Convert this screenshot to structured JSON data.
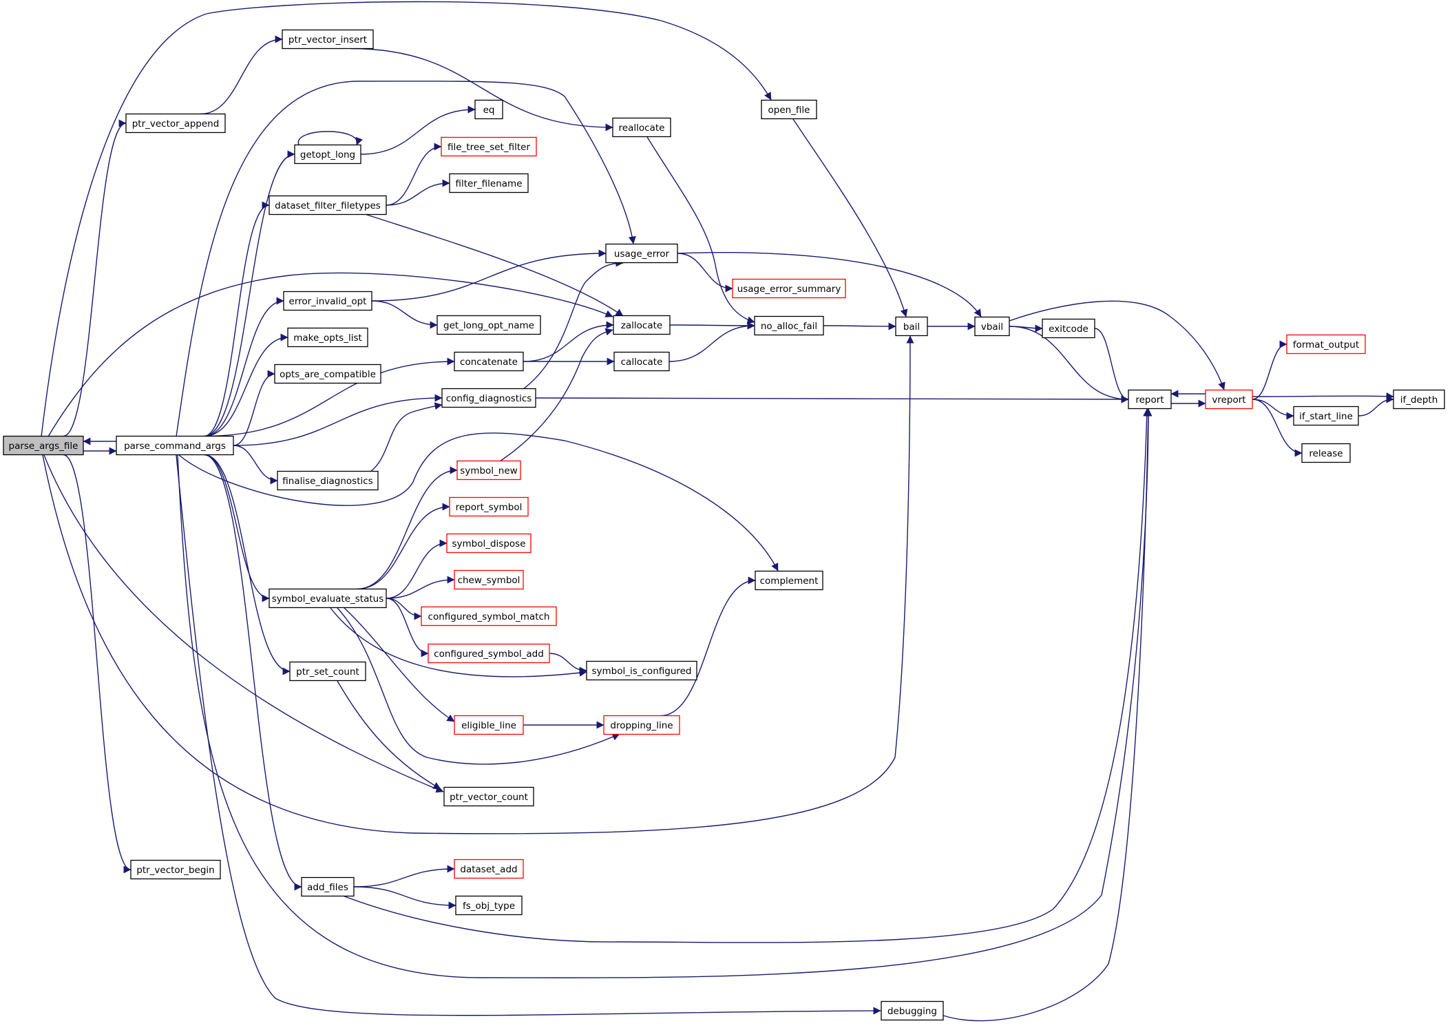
{
  "colors": {
    "edge": "#191970",
    "node_border": "#000000",
    "truncated_border": "#ff0000",
    "highlight_fill": "#bfbfbf",
    "node_fill": "#ffffff",
    "text": "#000000"
  },
  "nodes": [
    {
      "id": "parse_args_file",
      "label": "parse_args_file",
      "style": "highlight"
    },
    {
      "id": "parse_command_args",
      "label": "parse_command_args",
      "style": "normal"
    },
    {
      "id": "ptr_vector_append",
      "label": "ptr_vector_append",
      "style": "normal"
    },
    {
      "id": "ptr_vector_insert",
      "label": "ptr_vector_insert",
      "style": "normal"
    },
    {
      "id": "ptr_vector_begin",
      "label": "ptr_vector_begin",
      "style": "normal"
    },
    {
      "id": "ptr_vector_count",
      "label": "ptr_vector_count",
      "style": "normal"
    },
    {
      "id": "getopt_long",
      "label": "getopt_long",
      "style": "normal"
    },
    {
      "id": "dataset_filter_filetypes",
      "label": "dataset_filter_filetypes",
      "style": "normal"
    },
    {
      "id": "error_invalid_opt",
      "label": "error_invalid_opt",
      "style": "normal"
    },
    {
      "id": "make_opts_list",
      "label": "make_opts_list",
      "style": "normal"
    },
    {
      "id": "opts_are_compatible",
      "label": "opts_are_compatible",
      "style": "normal"
    },
    {
      "id": "finalise_diagnostics",
      "label": "finalise_diagnostics",
      "style": "normal"
    },
    {
      "id": "symbol_evaluate_status",
      "label": "symbol_evaluate_status",
      "style": "normal"
    },
    {
      "id": "ptr_set_count",
      "label": "ptr_set_count",
      "style": "normal"
    },
    {
      "id": "add_files",
      "label": "add_files",
      "style": "normal"
    },
    {
      "id": "eq",
      "label": "eq",
      "style": "normal"
    },
    {
      "id": "file_tree_set_filter",
      "label": "file_tree_set_filter",
      "style": "truncated"
    },
    {
      "id": "filter_filename",
      "label": "filter_filename",
      "style": "normal"
    },
    {
      "id": "get_long_opt_name",
      "label": "get_long_opt_name",
      "style": "normal"
    },
    {
      "id": "concatenate",
      "label": "concatenate",
      "style": "normal"
    },
    {
      "id": "config_diagnostics",
      "label": "config_diagnostics",
      "style": "normal"
    },
    {
      "id": "symbol_new",
      "label": "symbol_new",
      "style": "truncated"
    },
    {
      "id": "report_symbol",
      "label": "report_symbol",
      "style": "truncated"
    },
    {
      "id": "symbol_dispose",
      "label": "symbol_dispose",
      "style": "truncated"
    },
    {
      "id": "chew_symbol",
      "label": "chew_symbol",
      "style": "truncated"
    },
    {
      "id": "configured_symbol_match",
      "label": "configured_symbol_match",
      "style": "truncated"
    },
    {
      "id": "configured_symbol_add",
      "label": "configured_symbol_add",
      "style": "truncated"
    },
    {
      "id": "eligible_line",
      "label": "eligible_line",
      "style": "truncated"
    },
    {
      "id": "dataset_add",
      "label": "dataset_add",
      "style": "truncated"
    },
    {
      "id": "fs_obj_type",
      "label": "fs_obj_type",
      "style": "normal"
    },
    {
      "id": "reallocate",
      "label": "reallocate",
      "style": "normal"
    },
    {
      "id": "usage_error",
      "label": "usage_error",
      "style": "normal"
    },
    {
      "id": "zallocate",
      "label": "zallocate",
      "style": "normal"
    },
    {
      "id": "callocate",
      "label": "callocate",
      "style": "normal"
    },
    {
      "id": "symbol_is_configured",
      "label": "symbol_is_configured",
      "style": "normal"
    },
    {
      "id": "dropping_line",
      "label": "dropping_line",
      "style": "truncated"
    },
    {
      "id": "open_file",
      "label": "open_file",
      "style": "normal"
    },
    {
      "id": "usage_error_summary",
      "label": "usage_error_summary",
      "style": "truncated"
    },
    {
      "id": "no_alloc_fail",
      "label": "no_alloc_fail",
      "style": "normal"
    },
    {
      "id": "complement",
      "label": "complement",
      "style": "normal"
    },
    {
      "id": "debugging",
      "label": "debugging",
      "style": "normal"
    },
    {
      "id": "bail",
      "label": "bail",
      "style": "normal"
    },
    {
      "id": "vbail",
      "label": "vbail",
      "style": "normal"
    },
    {
      "id": "exitcode",
      "label": "exitcode",
      "style": "normal"
    },
    {
      "id": "report",
      "label": "report",
      "style": "normal"
    },
    {
      "id": "vreport",
      "label": "vreport",
      "style": "truncated"
    },
    {
      "id": "format_output",
      "label": "format_output",
      "style": "truncated"
    },
    {
      "id": "if_start_line",
      "label": "if_start_line",
      "style": "normal"
    },
    {
      "id": "release",
      "label": "release",
      "style": "normal"
    },
    {
      "id": "if_depth",
      "label": "if_depth",
      "style": "normal"
    }
  ],
  "edges": [
    {
      "from": "parse_args_file",
      "to": "parse_command_args"
    },
    {
      "from": "parse_command_args",
      "to": "parse_args_file"
    },
    {
      "from": "parse_args_file",
      "to": "ptr_vector_append"
    },
    {
      "from": "parse_args_file",
      "to": "open_file"
    },
    {
      "from": "parse_args_file",
      "to": "zallocate"
    },
    {
      "from": "parse_args_file",
      "to": "ptr_vector_begin"
    },
    {
      "from": "parse_args_file",
      "to": "ptr_vector_count"
    },
    {
      "from": "parse_args_file",
      "to": "bail"
    },
    {
      "from": "ptr_vector_append",
      "to": "ptr_vector_insert"
    },
    {
      "from": "ptr_vector_insert",
      "to": "reallocate"
    },
    {
      "from": "parse_command_args",
      "to": "usage_error"
    },
    {
      "from": "parse_command_args",
      "to": "getopt_long"
    },
    {
      "from": "parse_command_args",
      "to": "dataset_filter_filetypes"
    },
    {
      "from": "parse_command_args",
      "to": "error_invalid_opt"
    },
    {
      "from": "parse_command_args",
      "to": "make_opts_list"
    },
    {
      "from": "parse_command_args",
      "to": "opts_are_compatible"
    },
    {
      "from": "parse_command_args",
      "to": "concatenate"
    },
    {
      "from": "parse_command_args",
      "to": "config_diagnostics"
    },
    {
      "from": "parse_command_args",
      "to": "finalise_diagnostics"
    },
    {
      "from": "parse_command_args",
      "to": "complement"
    },
    {
      "from": "parse_command_args",
      "to": "symbol_evaluate_status"
    },
    {
      "from": "parse_command_args",
      "to": "ptr_set_count"
    },
    {
      "from": "parse_command_args",
      "to": "add_files"
    },
    {
      "from": "parse_command_args",
      "to": "report"
    },
    {
      "from": "parse_command_args",
      "to": "debugging"
    },
    {
      "from": "getopt_long",
      "to": "getopt_long"
    },
    {
      "from": "getopt_long",
      "to": "eq"
    },
    {
      "from": "dataset_filter_filetypes",
      "to": "file_tree_set_filter"
    },
    {
      "from": "dataset_filter_filetypes",
      "to": "filter_filename"
    },
    {
      "from": "dataset_filter_filetypes",
      "to": "zallocate"
    },
    {
      "from": "error_invalid_opt",
      "to": "usage_error"
    },
    {
      "from": "error_invalid_opt",
      "to": "get_long_opt_name"
    },
    {
      "from": "concatenate",
      "to": "zallocate"
    },
    {
      "from": "concatenate",
      "to": "callocate"
    },
    {
      "from": "config_diagnostics",
      "to": "usage_error"
    },
    {
      "from": "config_diagnostics",
      "to": "report"
    },
    {
      "from": "finalise_diagnostics",
      "to": "config_diagnostics"
    },
    {
      "from": "symbol_evaluate_status",
      "to": "symbol_new"
    },
    {
      "from": "symbol_evaluate_status",
      "to": "report_symbol"
    },
    {
      "from": "symbol_evaluate_status",
      "to": "symbol_dispose"
    },
    {
      "from": "symbol_evaluate_status",
      "to": "chew_symbol"
    },
    {
      "from": "symbol_evaluate_status",
      "to": "configured_symbol_match"
    },
    {
      "from": "symbol_evaluate_status",
      "to": "configured_symbol_add"
    },
    {
      "from": "symbol_evaluate_status",
      "to": "symbol_is_configured"
    },
    {
      "from": "symbol_evaluate_status",
      "to": "eligible_line"
    },
    {
      "from": "symbol_evaluate_status",
      "to": "dropping_line"
    },
    {
      "from": "symbol_new",
      "to": "zallocate"
    },
    {
      "from": "configured_symbol_add",
      "to": "symbol_is_configured"
    },
    {
      "from": "eligible_line",
      "to": "dropping_line"
    },
    {
      "from": "dropping_line",
      "to": "complement"
    },
    {
      "from": "ptr_set_count",
      "to": "ptr_vector_count"
    },
    {
      "from": "add_files",
      "to": "dataset_add"
    },
    {
      "from": "add_files",
      "to": "fs_obj_type"
    },
    {
      "from": "add_files",
      "to": "report"
    },
    {
      "from": "reallocate",
      "to": "no_alloc_fail"
    },
    {
      "from": "zallocate",
      "to": "no_alloc_fail"
    },
    {
      "from": "callocate",
      "to": "no_alloc_fail"
    },
    {
      "from": "usage_error",
      "to": "usage_error_summary"
    },
    {
      "from": "usage_error",
      "to": "vbail"
    },
    {
      "from": "open_file",
      "to": "bail"
    },
    {
      "from": "no_alloc_fail",
      "to": "bail"
    },
    {
      "from": "bail",
      "to": "vbail"
    },
    {
      "from": "vbail",
      "to": "exitcode"
    },
    {
      "from": "vbail",
      "to": "report"
    },
    {
      "from": "vbail",
      "to": "vreport"
    },
    {
      "from": "exitcode",
      "to": "report"
    },
    {
      "from": "debugging",
      "to": "report"
    },
    {
      "from": "report",
      "to": "vreport"
    },
    {
      "from": "vreport",
      "to": "report"
    },
    {
      "from": "vreport",
      "to": "format_output"
    },
    {
      "from": "vreport",
      "to": "if_start_line"
    },
    {
      "from": "vreport",
      "to": "release"
    },
    {
      "from": "vreport",
      "to": "if_depth"
    },
    {
      "from": "if_start_line",
      "to": "if_depth"
    }
  ]
}
